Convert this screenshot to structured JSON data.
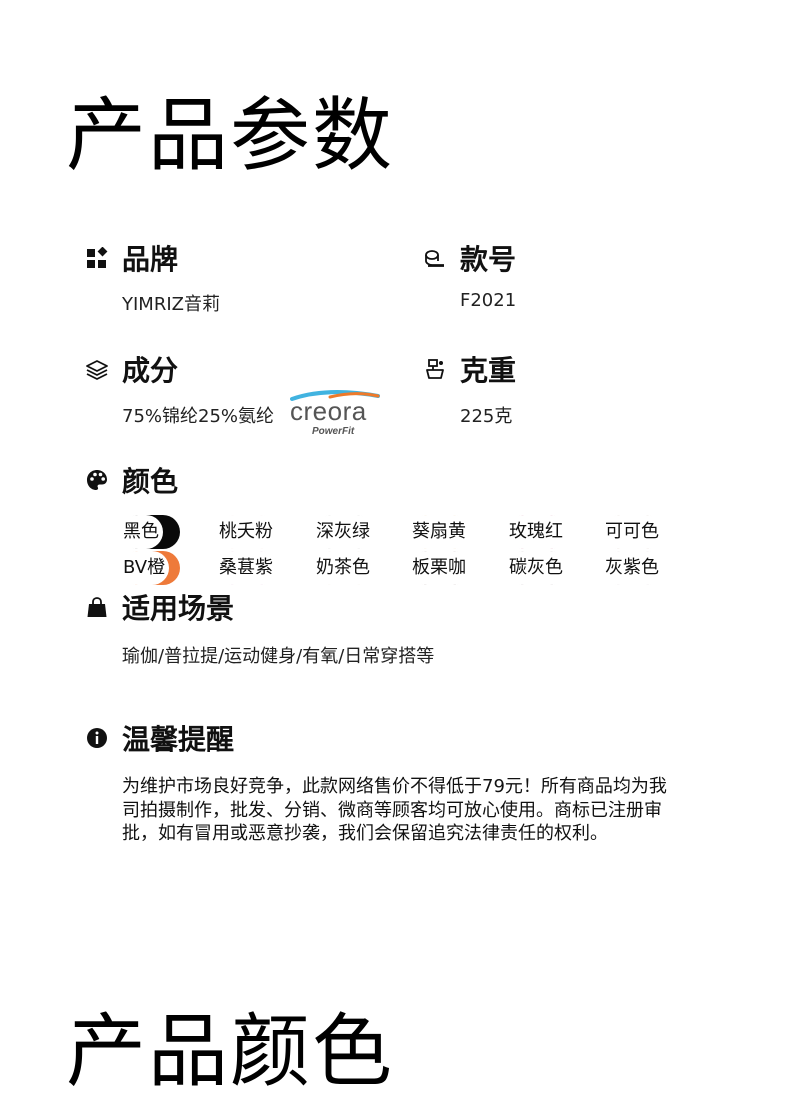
{
  "titles": {
    "params": "产品参数",
    "colors": "产品颜色"
  },
  "brand": {
    "label": "品牌",
    "value": "YIMRIZ音莉",
    "icon": "grid-icon"
  },
  "model": {
    "label": "款号",
    "value": "F2021",
    "icon": "fabric-roll-icon"
  },
  "material": {
    "label": "成分",
    "value": "75%锦纶25%氨纶",
    "icon": "layers-icon",
    "logo": {
      "word": "creora",
      "sub": "PowerFit"
    }
  },
  "weight": {
    "label": "克重",
    "value": "225克",
    "icon": "scale-icon"
  },
  "color_section": {
    "label": "颜色",
    "icon": "palette-icon",
    "items": [
      {
        "name": "黑色",
        "hex": "#0a0a0a"
      },
      {
        "name": "桃夭粉",
        "hex": "#e8c4c2"
      },
      {
        "name": "深灰绿",
        "hex": "#7f8580"
      },
      {
        "name": "葵扇黄",
        "hex": "#e2b76d"
      },
      {
        "name": "玫瑰红",
        "hex": "#a3164f"
      },
      {
        "name": "可可色",
        "hex": "#a2806c"
      },
      {
        "name": "BV橙",
        "hex": "#ee7a3a"
      },
      {
        "name": "桑葚紫",
        "hex": "#c07ebb"
      },
      {
        "name": "奶茶色",
        "hex": "#dcc9b8"
      },
      {
        "name": "板栗咖",
        "hex": "#4b2a24"
      },
      {
        "name": "碳灰色",
        "hex": "#5a4c4f"
      },
      {
        "name": "灰紫色",
        "hex": "#b39da7"
      }
    ]
  },
  "scene": {
    "label": "适用场景",
    "value": "瑜伽/普拉提/运动健身/有氧/日常穿搭等",
    "icon": "bag-icon"
  },
  "notice": {
    "label": "温馨提醒",
    "icon": "info-icon",
    "text": "为维护市场良好竞争，此款网络售价不得低于79元！所有商品均为我司拍摄制作，批发、分销、微商等顾客均可放心使用。商标已注册审批，如有冒用或恶意抄袭，我们会保留追究法律责任的权利。"
  }
}
